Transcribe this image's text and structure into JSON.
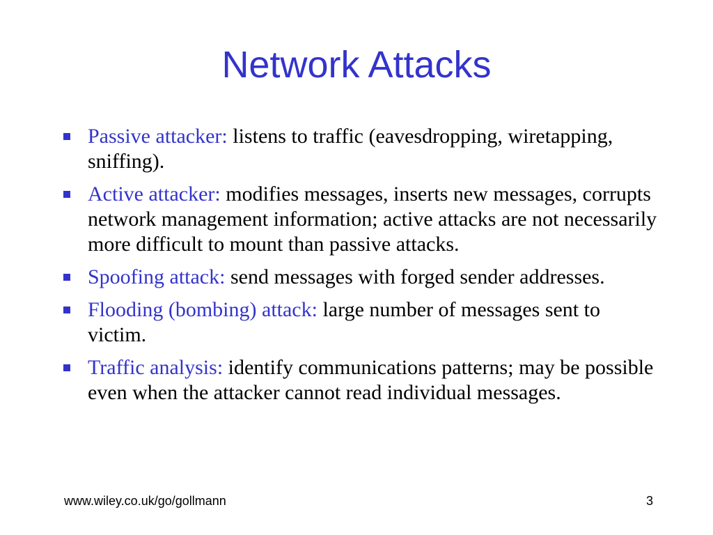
{
  "slide": {
    "title": "Network Attacks",
    "accent_color": "#3333cc",
    "bullets": [
      {
        "term": "Passive attacker:",
        "text": " listens to traffic (eavesdropping, wiretapping, sniffing)."
      },
      {
        "term": "Active attacker:",
        "text": " modifies messages, inserts new messages, corrupts network management information; active attacks are not necessarily more difficult to mount than passive attacks."
      },
      {
        "term": "Spoofing attack:",
        "text": " send messages with forged sender addresses."
      },
      {
        "term": "Flooding (bombing) attack:",
        "text": " large number of messages sent to victim."
      },
      {
        "term": "Traffic analysis:",
        "text": " identify communications patterns; may be possible even when the attacker cannot read individual messages."
      }
    ]
  },
  "footer": {
    "url": "www.wiley.co.uk/go/gollmann",
    "page_number": "3"
  }
}
